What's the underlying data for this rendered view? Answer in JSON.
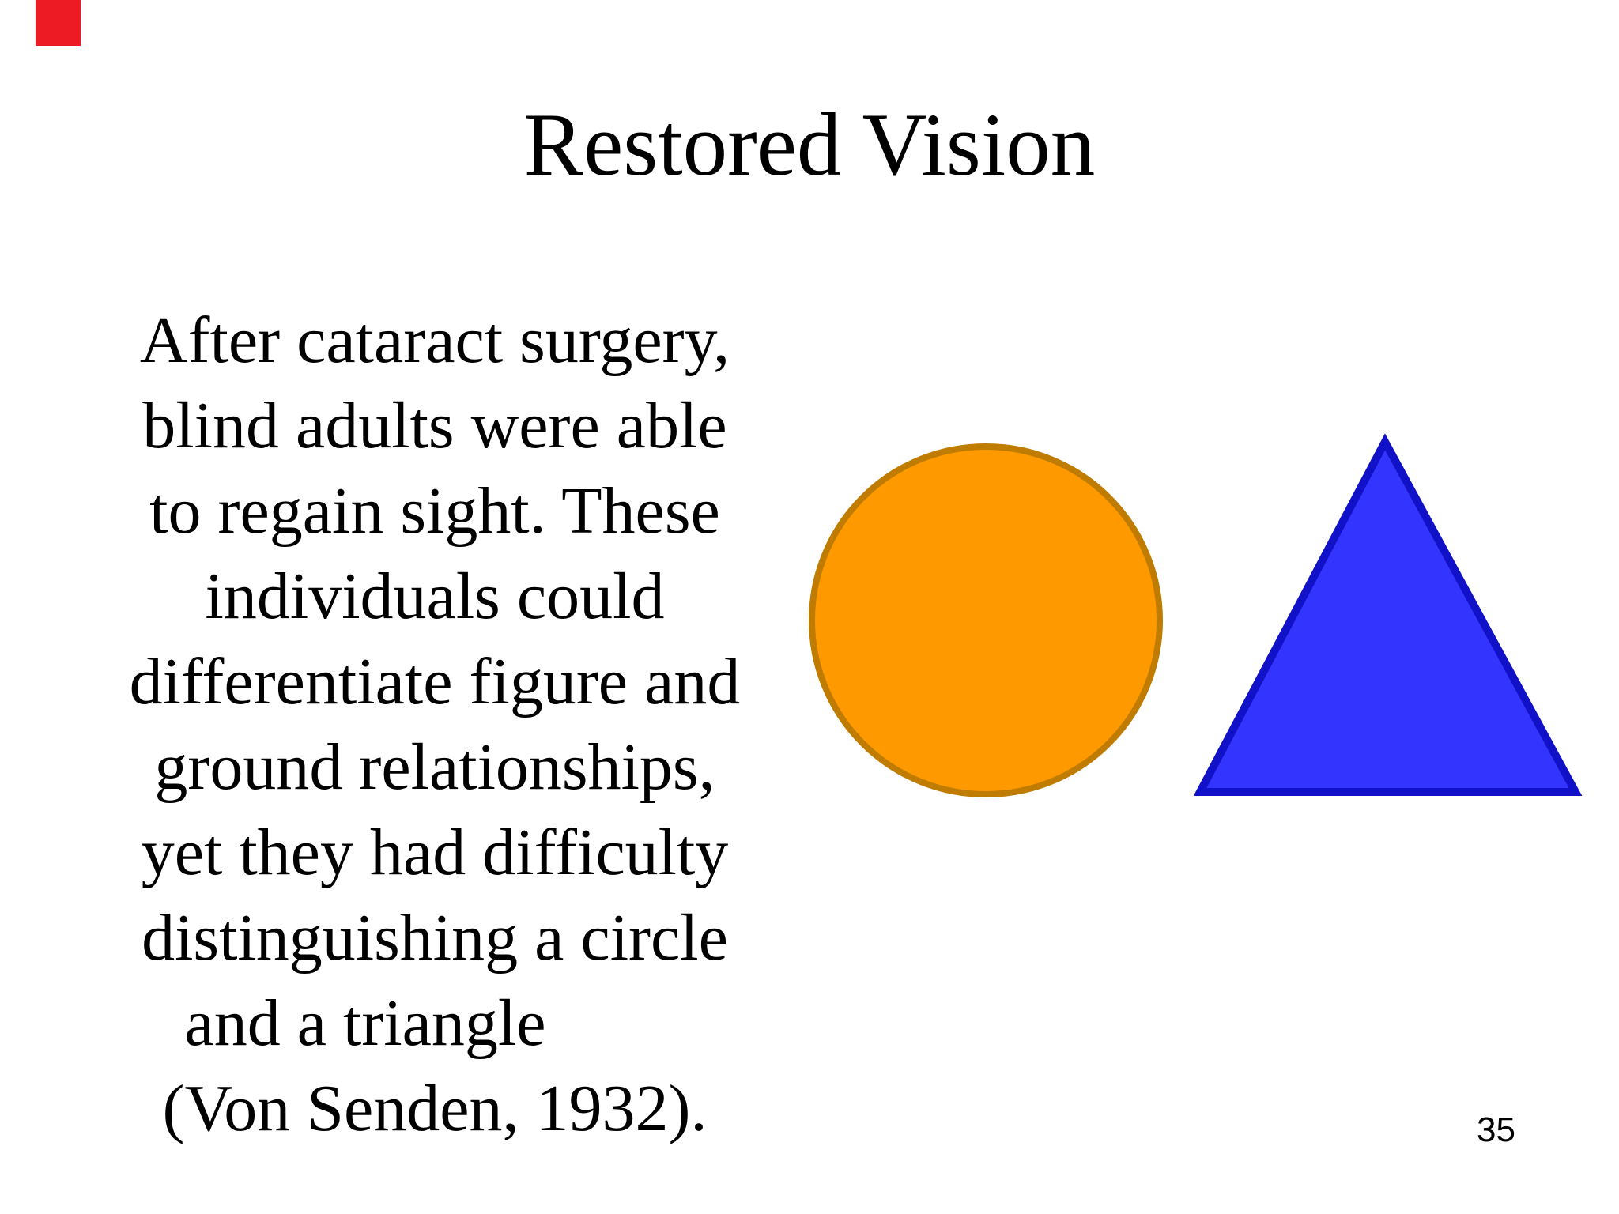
{
  "slide": {
    "title": "Restored Vision",
    "body_lines": [
      "After cataract surgery,",
      "blind adults were able",
      "to regain sight. These",
      "individuals could",
      "differentiate figure and",
      "ground relationships,",
      "yet they had difficulty",
      "distinguishing a circle",
      "and a triangle",
      "(Von Senden, 1932)."
    ],
    "page_number": "35",
    "shapes": {
      "red_marker": {
        "fill": "#ED1C24"
      },
      "circle": {
        "label": "orange circle",
        "fill": "#FF9900",
        "stroke": "#C07C00"
      },
      "triangle": {
        "label": "blue triangle",
        "fill": "#3434FF",
        "stroke": "#1111C8"
      }
    }
  }
}
